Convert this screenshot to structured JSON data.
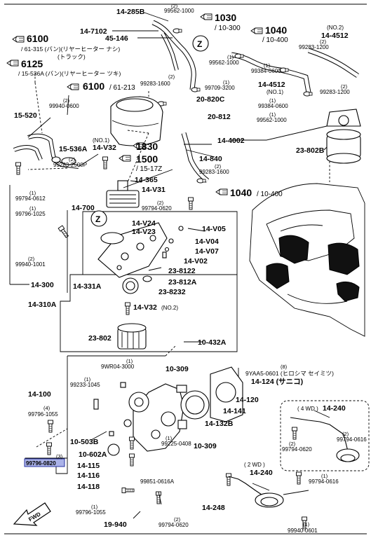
{
  "labels": {
    "p14285B": "14-285B",
    "p99562_1000a": "99562-1000",
    "q2a": "(2)",
    "p1030": "1030",
    "p1030_sub": "/ 10-300",
    "p1040": "1040",
    "p1040_sub": "/ 10-400",
    "qNO2": "(NO.2)",
    "p14512a": "14-4512",
    "p14_7102": "14-7102",
    "p45_146": "45-146",
    "p6100a": "6100",
    "p6100a_sub": "/ 61-315 (バン)(リヤーヒーター ナシ)",
    "p6100a_sub2": "(トラック)",
    "p6125": "6125",
    "p6125_sub": "/ 15-536A (バン)(リヤーヒーター ツキ)",
    "p99562_1000b": "99562-1000",
    "q1a": "(1)",
    "p99283_1200a": "99283-1200",
    "q2b": "(2)",
    "p99384_0600a": "99384-0600",
    "q1b": "(1)",
    "p6100b": "6100",
    "p6100b_sub": "/ 61-213",
    "p99283_1600a": "99283-1600",
    "q2c": "(2)",
    "p99709_3200": "99709-3200",
    "q1c": "(1)",
    "p14512b": "14-4512",
    "qNO1a": "(NO.1)",
    "p99283_1200b": "99283-1200",
    "q2d": "(2)",
    "p15_520": "15-520",
    "p99940_0600a": "99940-0600",
    "q2e": "(2)",
    "p20_820C": "20-820C",
    "p20_812": "20-812",
    "p99384_0600b": "99384-0600",
    "q1d": "(1)",
    "p99562_1000c": "99562-1000",
    "q1e": "(1)",
    "qNO1b": "(NO.1)",
    "p14_V32a": "14-V32",
    "p1830": "1830",
    "p14_4002": "14-4002",
    "p23_802B": "23-802B",
    "p15_536A": "15-536A",
    "p1500": "1500",
    "p1500_sub": "/ 15-17Z",
    "p14_840": "14-840",
    "p99283_2500P": "99283-2500P",
    "q2f": "(2)",
    "p14_365": "14-365",
    "p14_V31": "14-V31",
    "p99283_1600b": "99283-1600",
    "q2g": "(2)",
    "p99794_0612": "99794-0612",
    "q1f": "(1)",
    "p1040b": "1040",
    "p1040b_sub": "/ 10-400",
    "p14_700": "14-700",
    "p99794_0620a": "99794-0620",
    "q2h": "(2)",
    "p99796_1025": "99796-1025",
    "q1g": "(1)",
    "p14_V24": "14-V24",
    "p14_V23": "14-V23",
    "p14_V05": "14-V05",
    "p14_V04": "14-V04",
    "p14_V07": "14-V07",
    "p14_V02": "14-V02",
    "p99940_1001": "99940-1001",
    "q2i": "(2)",
    "p23_8122": "23-8122",
    "p23_812A": "23-812A",
    "p14_300": "14-300",
    "p14_331A": "14-331A",
    "p23_8232": "23-8232",
    "p14_310A": "14-310A",
    "p14_V32b": "14-V32",
    "p14_V32b_sub": "(NO.2)",
    "p23_802": "23-802",
    "p10_432A": "10-432A",
    "p9WR04_3000": "9WR04-3000",
    "q1h": "(1)",
    "p10_309a": "10-309",
    "p9YAA5": "9YAA5-0601 (ヒロシマ セイミツ)",
    "q8": "(8)",
    "p14_124": "14-124 (サニコ)",
    "p14_100": "14-100",
    "p99233_1045": "99233-1045",
    "q1i": "(1)",
    "p14_120": "14-120",
    "p99796_1055a": "99796-1055",
    "q4": "(4)",
    "p14_141": "14-141",
    "p14_132B": "14-132B",
    "p4WD": "( 4 WD )",
    "p14_240a": "14-240",
    "p10_503B": "10-503B",
    "p10_309b": "10-309",
    "p99794_0616a": "99794-0616",
    "q2j": "(2)",
    "p10_602A": "10-602A",
    "p99225_0408": "99225-0408",
    "q1j": "(1)",
    "p99794_0620b": "99794-0620",
    "q2k": "(2)",
    "p14_115": "14-115",
    "p14_116": "14-116",
    "p99796_0820": "99796-0820",
    "q3": "(3)",
    "p14_118": "14-118",
    "p99851_0616A": "99851-0616A",
    "p2WD": "( 2 WD )",
    "p14_240b": "14-240",
    "p14_248": "14-248",
    "p99794_0616b": "99794-0616",
    "q1k": "(1)",
    "p99796_1055b": "99796-1055",
    "q1l": "(1)",
    "p19_940": "19-940",
    "p99794_0620c": "99794-0620",
    "q2l": "(2)",
    "p99940_0601": "99940-0601",
    "q1m": "(1)",
    "z": "Z",
    "fwd": "FWD"
  },
  "icons": {
    "ref_arrow": "pointing-hand-icon",
    "fwd_arrow": "forward-arrow-icon"
  },
  "colors": {
    "highlight_fill": "#aab2e8",
    "highlight_stroke": "#2a34a0"
  }
}
